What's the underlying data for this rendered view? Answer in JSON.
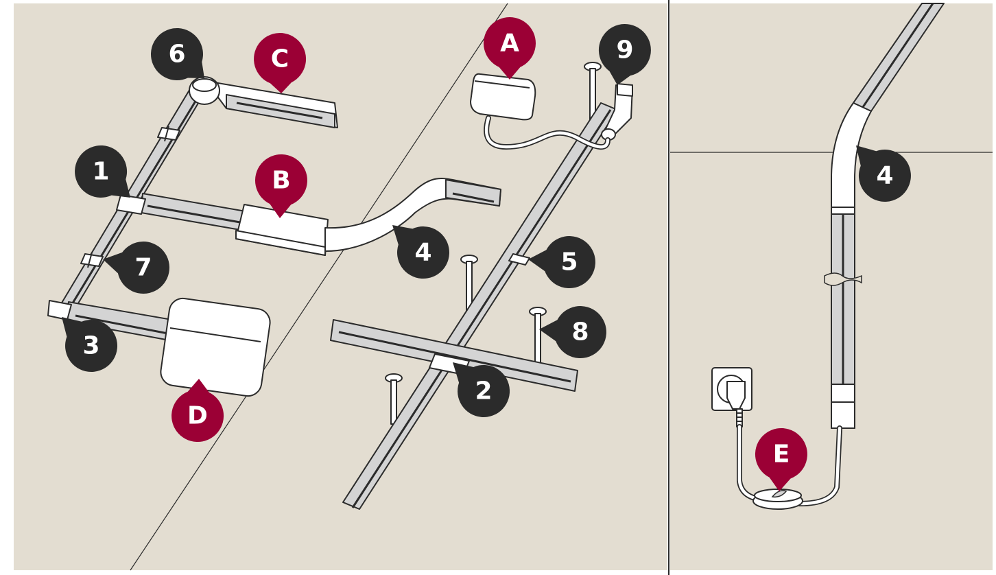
{
  "colors": {
    "background": "#e3ddd1",
    "frame": "#ffffff",
    "marker_dark": "#2b2b2b",
    "marker_accent": "#9b0035",
    "rail_fill": "#d4d4d4",
    "outline": "#2b2b2b"
  },
  "markers": [
    {
      "id": "A",
      "text": "A",
      "style": "accent"
    },
    {
      "id": "B",
      "text": "B",
      "style": "accent"
    },
    {
      "id": "C",
      "text": "C",
      "style": "accent"
    },
    {
      "id": "D",
      "text": "D",
      "style": "accent"
    },
    {
      "id": "E",
      "text": "E",
      "style": "accent"
    },
    {
      "id": "1",
      "text": "1",
      "style": "dark"
    },
    {
      "id": "2",
      "text": "2",
      "style": "dark"
    },
    {
      "id": "3",
      "text": "3",
      "style": "dark"
    },
    {
      "id": "4a",
      "text": "4",
      "style": "dark"
    },
    {
      "id": "4b",
      "text": "4",
      "style": "dark"
    },
    {
      "id": "5",
      "text": "5",
      "style": "dark"
    },
    {
      "id": "6",
      "text": "6",
      "style": "dark"
    },
    {
      "id": "7",
      "text": "7",
      "style": "dark"
    },
    {
      "id": "8",
      "text": "8",
      "style": "dark"
    },
    {
      "id": "9",
      "text": "9",
      "style": "dark"
    }
  ]
}
